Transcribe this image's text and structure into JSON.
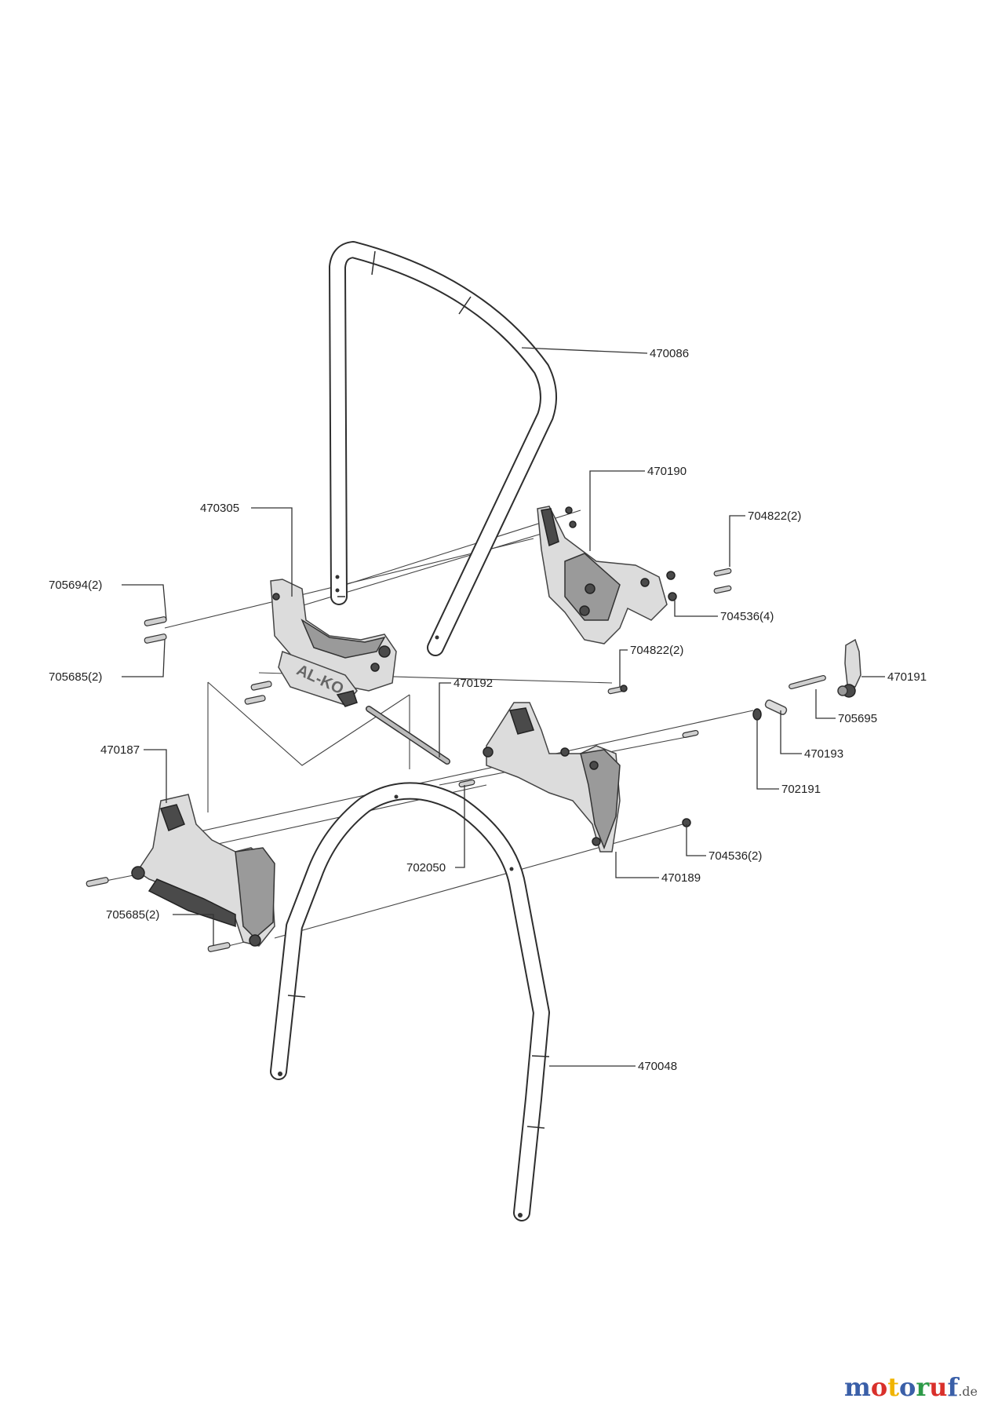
{
  "parts": [
    {
      "id": "p470086",
      "label": "470086"
    },
    {
      "id": "p470190",
      "label": "470190"
    },
    {
      "id": "p470305",
      "label": "470305"
    },
    {
      "id": "p704822a",
      "label": "704822(2)"
    },
    {
      "id": "p705694",
      "label": "705694(2)"
    },
    {
      "id": "p704536a",
      "label": "704536(4)"
    },
    {
      "id": "p705685a",
      "label": "705685(2)"
    },
    {
      "id": "p704822b",
      "label": "704822(2)"
    },
    {
      "id": "p470192",
      "label": "470192"
    },
    {
      "id": "p470191",
      "label": "470191"
    },
    {
      "id": "p705695",
      "label": "705695"
    },
    {
      "id": "p470187",
      "label": "470187"
    },
    {
      "id": "p470193",
      "label": "470193"
    },
    {
      "id": "p702191",
      "label": "702191"
    },
    {
      "id": "p702050",
      "label": "702050"
    },
    {
      "id": "p704536b",
      "label": "704536(2)"
    },
    {
      "id": "p470189",
      "label": "470189"
    },
    {
      "id": "p705685b",
      "label": "705685(2)"
    },
    {
      "id": "p470048",
      "label": "470048"
    }
  ],
  "part_embossing": "AL-KO",
  "brand": {
    "name": "motoruf",
    "tld": ".de",
    "letters": [
      {
        "char": "m",
        "color": "#3a5fa8"
      },
      {
        "char": "o",
        "color": "#d9302b"
      },
      {
        "char": "t",
        "color": "#f0b400"
      },
      {
        "char": "o",
        "color": "#3a5fa8"
      },
      {
        "char": "r",
        "color": "#2d9a48"
      },
      {
        "char": "u",
        "color": "#d9302b"
      },
      {
        "char": "f",
        "color": "#3a5fa8"
      }
    ]
  }
}
